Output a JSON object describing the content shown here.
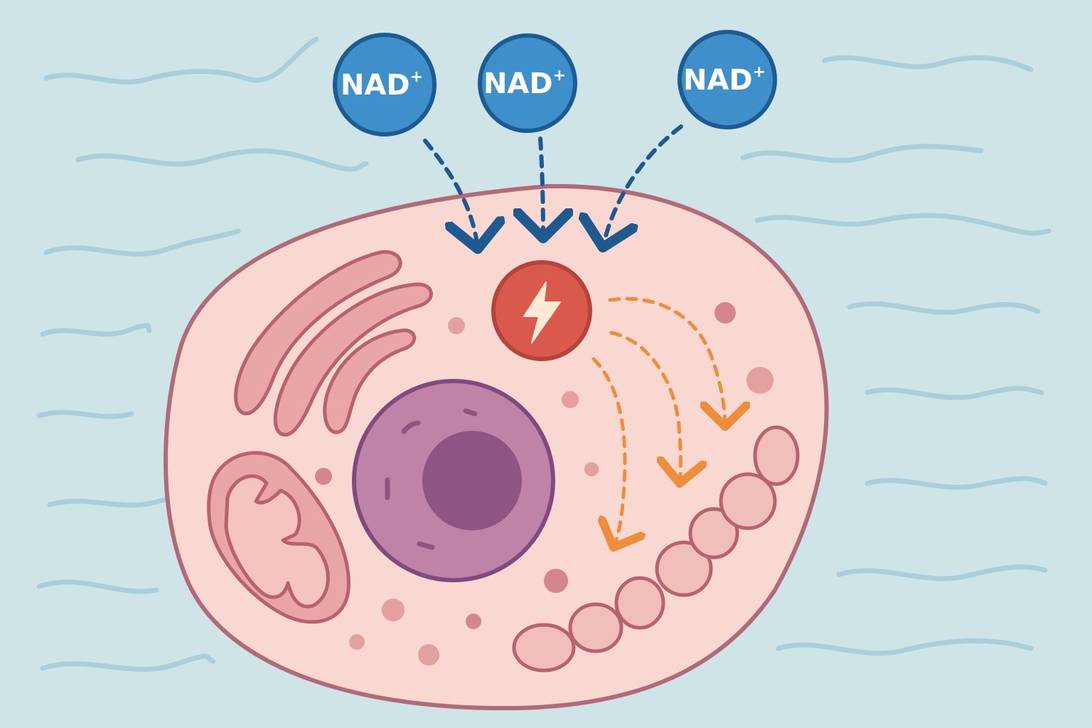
{
  "molecules": [
    {
      "label": "NAD",
      "superscript": "+"
    },
    {
      "label": "NAD",
      "superscript": "+"
    },
    {
      "label": "NAD",
      "superscript": "+"
    }
  ],
  "icons": {
    "activation": "lightning-bolt-icon"
  },
  "colors": {
    "background": "#cfe4e6",
    "wave": "#a9cfdc",
    "nad_fill": "#3f8fcb",
    "nad_stroke": "#1d5b93",
    "nad_arrow": "#1e5a8f",
    "cell_fill": "#f8d8d0",
    "cell_membrane": "#b06a78",
    "nucleus": "#c083a8",
    "nucleolus": "#8e5582",
    "enzyme": "#d95a4d",
    "signal_arrow": "#ee8e3c",
    "organelle": "#e9a6a6",
    "organelle_stroke": "#b9626d",
    "chain_bead": "#f1bfba"
  }
}
